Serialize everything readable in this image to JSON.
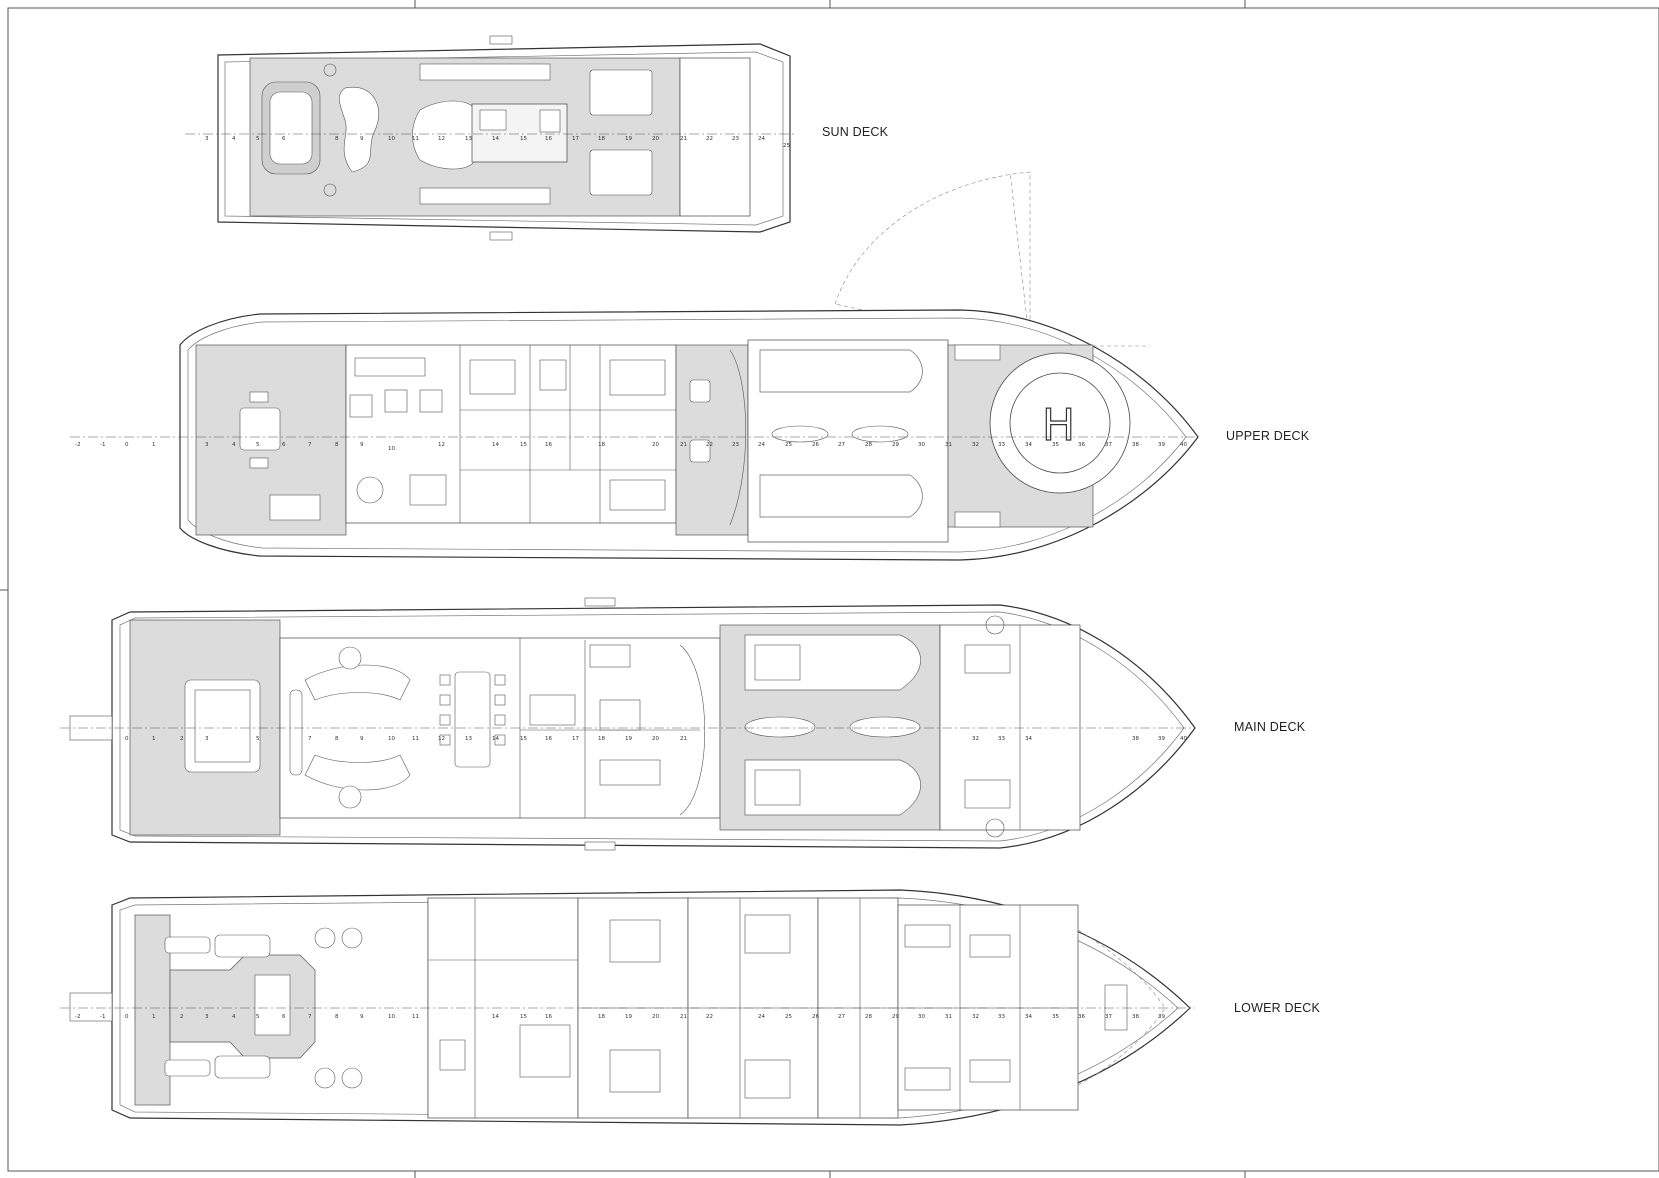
{
  "decks": [
    {
      "key": "sun",
      "label": "SUN DECK"
    },
    {
      "key": "upper",
      "label": "UPPER DECK"
    },
    {
      "key": "main",
      "label": "MAIN DECK"
    },
    {
      "key": "lower",
      "label": "LOWER DECK"
    }
  ],
  "colors": {
    "line": "#333333",
    "deck_fill": "#dcdcdc",
    "room_fill": "#f4f4f4",
    "background": "#ffffff"
  }
}
